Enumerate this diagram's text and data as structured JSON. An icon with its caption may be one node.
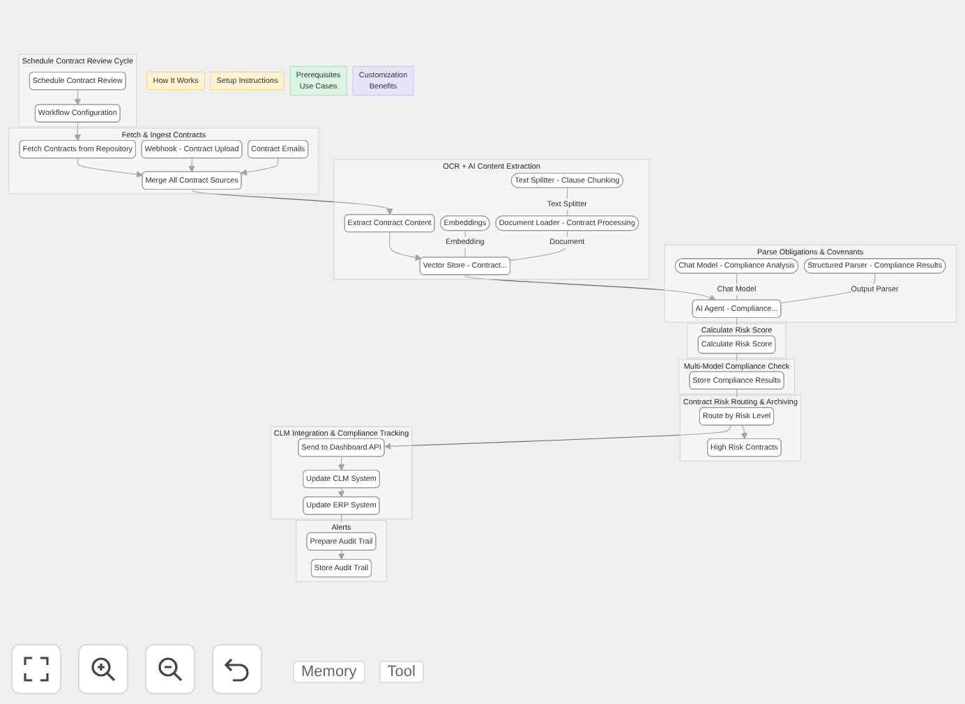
{
  "diagram": {
    "nodes": [
      {
        "text": [
          "How It Works"
        ]
      },
      {
        "text": [
          "Setup Instructions"
        ]
      },
      {
        "text": [
          "Prerequisites",
          "Use Cases"
        ]
      },
      {
        "text": [
          "Customization",
          "Benefits"
        ]
      },
      {
        "text": [
          "Schedule Contract Review Cycle"
        ]
      },
      {
        "text": [
          "Schedule Contract Review"
        ],
        "in": 4
      },
      {
        "text": [
          "Workflow Configuration"
        ],
        "in": 4
      },
      {
        "text": [
          "Fetch & Ingest Contracts"
        ]
      },
      {
        "text": [
          "Fetch Contracts from Repository"
        ],
        "in": 7
      },
      {
        "text": [
          "Webhook - Contract Upload"
        ],
        "in": 7
      },
      {
        "text": [
          "Contract Emails"
        ],
        "in": 7
      },
      {
        "text": [
          "Merge All Contract Sources"
        ],
        "in": 7
      },
      {
        "text": [
          "OCR + AI Content Extraction"
        ]
      },
      {
        "text": [
          "Extract Contract Content"
        ],
        "in": 12
      },
      {
        "text": [
          "Vector Store - Contract..."
        ],
        "in": 12
      },
      {
        "text": [
          "Document Loader - Contract Processing"
        ],
        "in": 12
      },
      {
        "text": [
          "Embeddings"
        ],
        "in": 12
      },
      {
        "text": [
          "Text Splitter - Clause Chunking"
        ],
        "in": 12
      },
      {
        "text": [
          "Parse Obligations & Covenants"
        ]
      },
      {
        "text": [
          "AI Agent - Compliance..."
        ],
        "in": 18
      },
      {
        "text": [
          "Structured Parser - Compliance Results"
        ],
        "in": 18
      },
      {
        "text": [
          "Chat Model - Compliance Analysis"
        ],
        "in": 18
      },
      {
        "text": [
          "Calculate Risk Score"
        ]
      },
      {
        "text": [
          "Calculate Risk Score"
        ],
        "in": 22
      },
      {
        "text": [
          "Multi-Model Compliance Check"
        ]
      },
      {
        "text": [
          "Store Compliance Results"
        ],
        "in": 24
      },
      {
        "text": [
          "Contract Risk Routing & Archiving"
        ]
      },
      {
        "text": [
          "High Risk Contracts"
        ],
        "in": 26
      },
      {
        "text": [
          "Route by Risk Level"
        ],
        "in": 26
      },
      {
        "text": [
          "CLM Integration & Compliance Tracking"
        ]
      },
      {
        "text": [
          "Send to Dashboard API"
        ],
        "in": 29
      },
      {
        "text": [
          "Update CLM System"
        ],
        "in": 29
      },
      {
        "text": [
          "Update ERP System"
        ],
        "in": 29
      },
      {
        "text": [
          "Alerts"
        ]
      },
      {
        "text": [
          "Prepare Audit Trail"
        ],
        "in": 33
      },
      {
        "text": [
          "Store Audit Trail"
        ],
        "in": 33
      }
    ],
    "edges": [
      {
        "from": 5,
        "to": 6,
        "arrow": "to"
      },
      {
        "from": 6,
        "to": 8,
        "arrow": "to"
      },
      {
        "from": 8,
        "to": 11,
        "arrow": "to"
      },
      {
        "from": 9,
        "to": 11,
        "arrow": "to"
      },
      {
        "from": 10,
        "to": 11,
        "arrow": "to"
      },
      {
        "from": 11,
        "to": 13,
        "arrow": "to"
      },
      {
        "from": 13,
        "to": 14,
        "arrow": "to"
      },
      {
        "from": 16,
        "to": 14,
        "arrow": "none",
        "label": "Embedding"
      },
      {
        "from": 15,
        "to": 14,
        "arrow": "none",
        "label": "Document"
      },
      {
        "from": 17,
        "to": 15,
        "arrow": "none",
        "label": "Text Splitter"
      },
      {
        "from": 14,
        "to": 19,
        "arrow": "to"
      },
      {
        "from": 21,
        "to": 19,
        "arrow": "none",
        "label": "Chat Model"
      },
      {
        "from": 20,
        "to": 19,
        "arrow": "none",
        "label": "Output Parser"
      },
      {
        "from": 19,
        "to": 23,
        "arrow": "to"
      },
      {
        "from": 23,
        "to": 25,
        "arrow": "to"
      },
      {
        "from": 25,
        "to": 28,
        "arrow": "to"
      },
      {
        "from": 28,
        "to": 27,
        "arrow": "to"
      },
      {
        "from": 28,
        "to": 30,
        "arrow": "to"
      },
      {
        "from": 30,
        "to": 31,
        "arrow": "to"
      },
      {
        "from": 31,
        "to": 32,
        "arrow": "to"
      },
      {
        "from": 32,
        "to": 34,
        "arrow": "to"
      },
      {
        "from": 34,
        "to": 35,
        "arrow": "to"
      }
    ],
    "labels": [
      "Memory",
      "Tool"
    ]
  }
}
